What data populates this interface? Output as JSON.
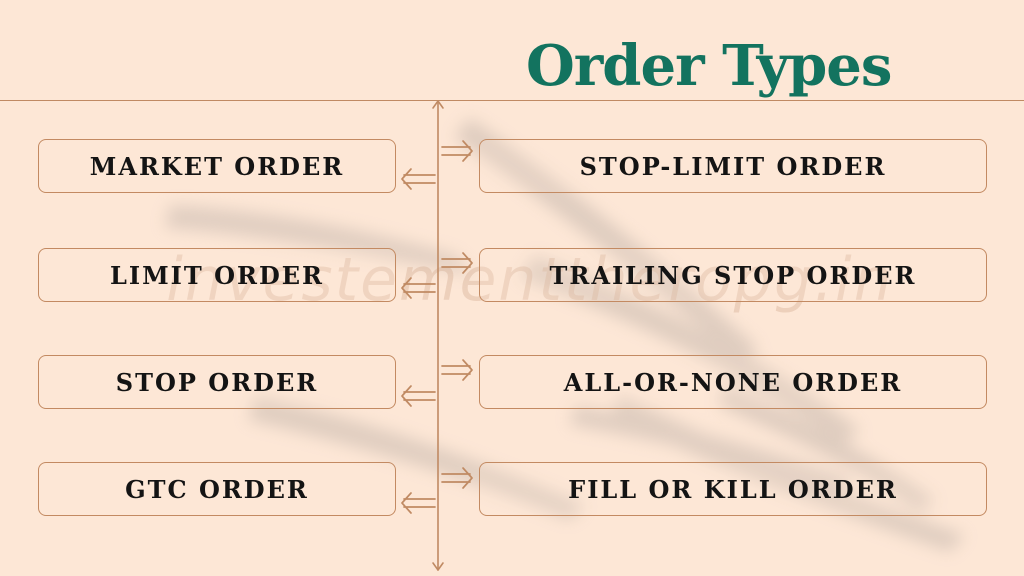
{
  "title": "Order Types",
  "watermark": "investementtheropg.in",
  "colors": {
    "background": "#fde7d6",
    "title": "#13735f",
    "line": "#c08a63",
    "box_border": "#c38a62",
    "text": "#141414"
  },
  "left_items": [
    {
      "label": "MARKET ORDER"
    },
    {
      "label": "LIMIT ORDER"
    },
    {
      "label": "STOP ORDER"
    },
    {
      "label": "GTC ORDER"
    }
  ],
  "right_items": [
    {
      "label": "STOP-LIMIT ORDER"
    },
    {
      "label": "TRAILING STOP ORDER"
    },
    {
      "label": "ALL-OR-NONE ORDER"
    },
    {
      "label": "FILL OR KILL ORDER"
    }
  ],
  "icons": {
    "right_arrow": "double-arrow-right-icon",
    "left_arrow": "double-arrow-left-icon",
    "axis_arrow": "vertical-double-arrow-icon"
  }
}
